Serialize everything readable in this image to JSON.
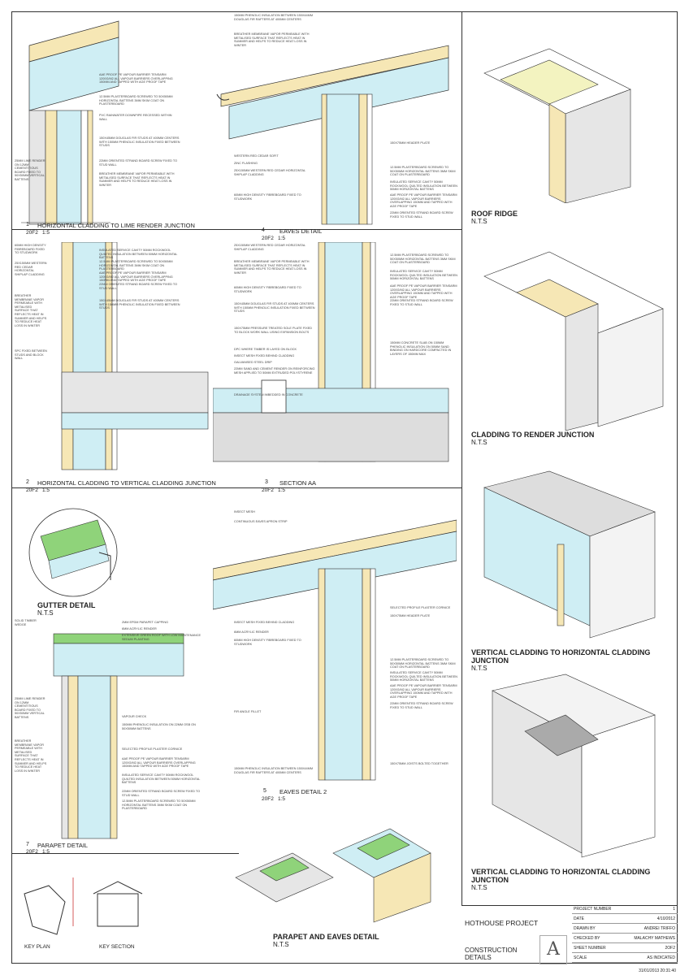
{
  "sections": {
    "s1": {
      "num": "1",
      "title": "HORIZONTAL CLADDING TO LIME RENDER JUNCTION",
      "scale": "1:5"
    },
    "s2": {
      "num": "2",
      "title": "HORIZONTAL CLADDING TO VERTICAL CLADDING JUNCTION",
      "scale": "1:5"
    },
    "s3": {
      "num": "3",
      "title": "SECTION AA",
      "scale": "1:5"
    },
    "s4": {
      "num": "4",
      "title": "EAVES DETAIL",
      "scale": "1:5"
    },
    "s5": {
      "num": "5",
      "title": "EAVES DETAIL 2",
      "scale": "1:5"
    },
    "s7": {
      "num": "7",
      "title": "PARAPET DETAIL",
      "scale": "1:5"
    }
  },
  "sheet_ref": "20F2",
  "details": {
    "gutter": {
      "title": "GUTTER DETAIL",
      "nts": "N.T.S"
    },
    "roof_ridge": {
      "title": "ROOF RIDGE",
      "nts": "N.T.S"
    },
    "cladding_render": {
      "title": "CLADDING TO RENDER JUNCTION",
      "nts": "N.T.S"
    },
    "vert_horiz_1": {
      "title": "VERTICAL CLADDING TO  HORIZONTAL CLADDING JUNCTION",
      "nts": "N.T.S"
    },
    "vert_horiz_2": {
      "title": "VERTICAL CLADDING TO  HORIZONTAL CLADDING JUNCTION",
      "nts": "N.T.S"
    },
    "parapet_eaves": {
      "title": "PARAPET AND EAVES DETAIL",
      "nts": "N.T.S"
    }
  },
  "key_plans": {
    "plan": "KEY PLAN",
    "section": "KEY SECTION"
  },
  "annotations": {
    "a1": "AAE PROOF PE VAPOUR BARRIER TENSARM 1200g/m2 ALL VAPOUR BARRIERS OVERLAPPING 150mm AND TAPPED WITH AGE PROOF TAPE",
    "a2": "INSULATED SERVICE CAVITY 50mm ROCKWOOL QUILTED INSULATION BETWEEN 50mm HORIZONTAL BATTENS",
    "a3": "12.5mm PLASTERBOARD SCREWED TO 50X50mm HORIZONTAL BATTENS 3mm SKIM COAT ON PLASTERBOARD",
    "a4": "150X45mm DOUGLAS FIR STUDS AT 400mm CENTERS WITH 150mm PHENOLIC INSULATION FIXED BETWEEN STUDS",
    "a5": "22mm ORIENTED STRAND BOARD SCREW FIXED TO STUD WALL",
    "a6": "BREATHER MEMBRANE VAPOR PERMEABLE WITH METALISED SURFACE THAT REFLECTS HEAT IN SUMMER AND HELPS TO REDUCE HEAT LOSS IN WINTER",
    "a7": "150mm PHENOLIC INSULATION BETWEEN 150x44mm DOUGLAS FIR RAFTERS AT 400mm CENTERS",
    "a8": "WESTERN RED CEDAR SOFIT",
    "a9": "ZINC FLASHING",
    "a10": "150X75mm HEADER PLATE",
    "a11": "60mm HIGH DENSITY FIBREBOARD FIXED TO STUDWORK",
    "a12": "25X150mm WESTERN RED CEDAR HORIZONTAL SHIPLAP CLADDING",
    "a13": "DPC WHERE TIMBER IS LAYED ON BLOCK",
    "a14": "INSECT MESH FIXED BEHIND CLADDING",
    "a15": "GALVANISED STEEL DRIP",
    "a16": "22mm SAND AND CEMENT RENDER ON REINFORCING MESH APPLIED TO 50mm EXTRUDED POLYSTYRENE",
    "a17": "DRAINAGE SYSTEM IMBEDDED IN CONCRETE",
    "a18": "150mm CONCRETE SLAB ON 150mm PHENOLIC INSULATION ON 50mm SAND BINDING ON HARDCORE COMPACTED IN LAYERS OF 150mm MAX",
    "a19": "INSECT MESH",
    "a20": "CONTINUOUS EAVES APRON STRIP",
    "a21": "SELECTED PROFILE PLASTER CORNICE",
    "a22": "150mm PHENOLIC INSULATION ON 22mm OSB ON 50X50mm BATTENS",
    "a23": "150X75mm JOISTS BOLTED TOGETHER",
    "a24": "SOLID TIMBER WEDGE",
    "a25": "2mm EPDM PARAPET CAPPING",
    "a26": "6mm ACRYLIC RENDER",
    "a27": "EXTENSIVE GREEN ROOF WITH LOW MAINTENANCE SEDUM PLANTING",
    "a28": "25mm LIME RENDER ON 12mm CEMENTITIOUS BOARD FIXED TO 50X50mm VERTICAL BATTENS",
    "a29": "VAPOUR CHECK",
    "a30": "SELECTED PROFILE PLASTER CORNICE",
    "a31": "PVC RAINWATER DOWNPIPE RECESSED WITHIN WALL",
    "a32": "150mm PHENOLIC INSULATION ON 22mm OSB ON 50X50mm BATTENS",
    "a33": "FIR ANGLE FILLET",
    "a34": "SPC FIXED BETWEEN STUDS AND BLOCK WALL",
    "a35": "150X75mm PRESSURE TREATED SOLE PLATE FIXED TO BLOCK WORK WALL USING EXPANSION BOLTS"
  },
  "title_block": {
    "project": "HOTHOUSE PROJECT",
    "drawing": "CONSTRUCTION DETAILS",
    "rows": [
      {
        "k": "PROJECT NUMBER",
        "v": "1"
      },
      {
        "k": "DATE",
        "v": "4/10/2012"
      },
      {
        "k": "DRAWN BY",
        "v": "ANDREI TRIFFO"
      },
      {
        "k": "CHECKED BY",
        "v": "MALACHY MATHEWS"
      },
      {
        "k": "SHEET NUMBER",
        "v": "2OF2"
      },
      {
        "k": "SCALE",
        "v": "AS INDICATED"
      }
    ],
    "stamp": "31/01/2013 20:31:40"
  },
  "colors": {
    "insulation": "#cfeef4",
    "timber": "#f6e7b5",
    "render": "#e6e6e6",
    "green": "#8fd37a",
    "line": "#333333"
  }
}
